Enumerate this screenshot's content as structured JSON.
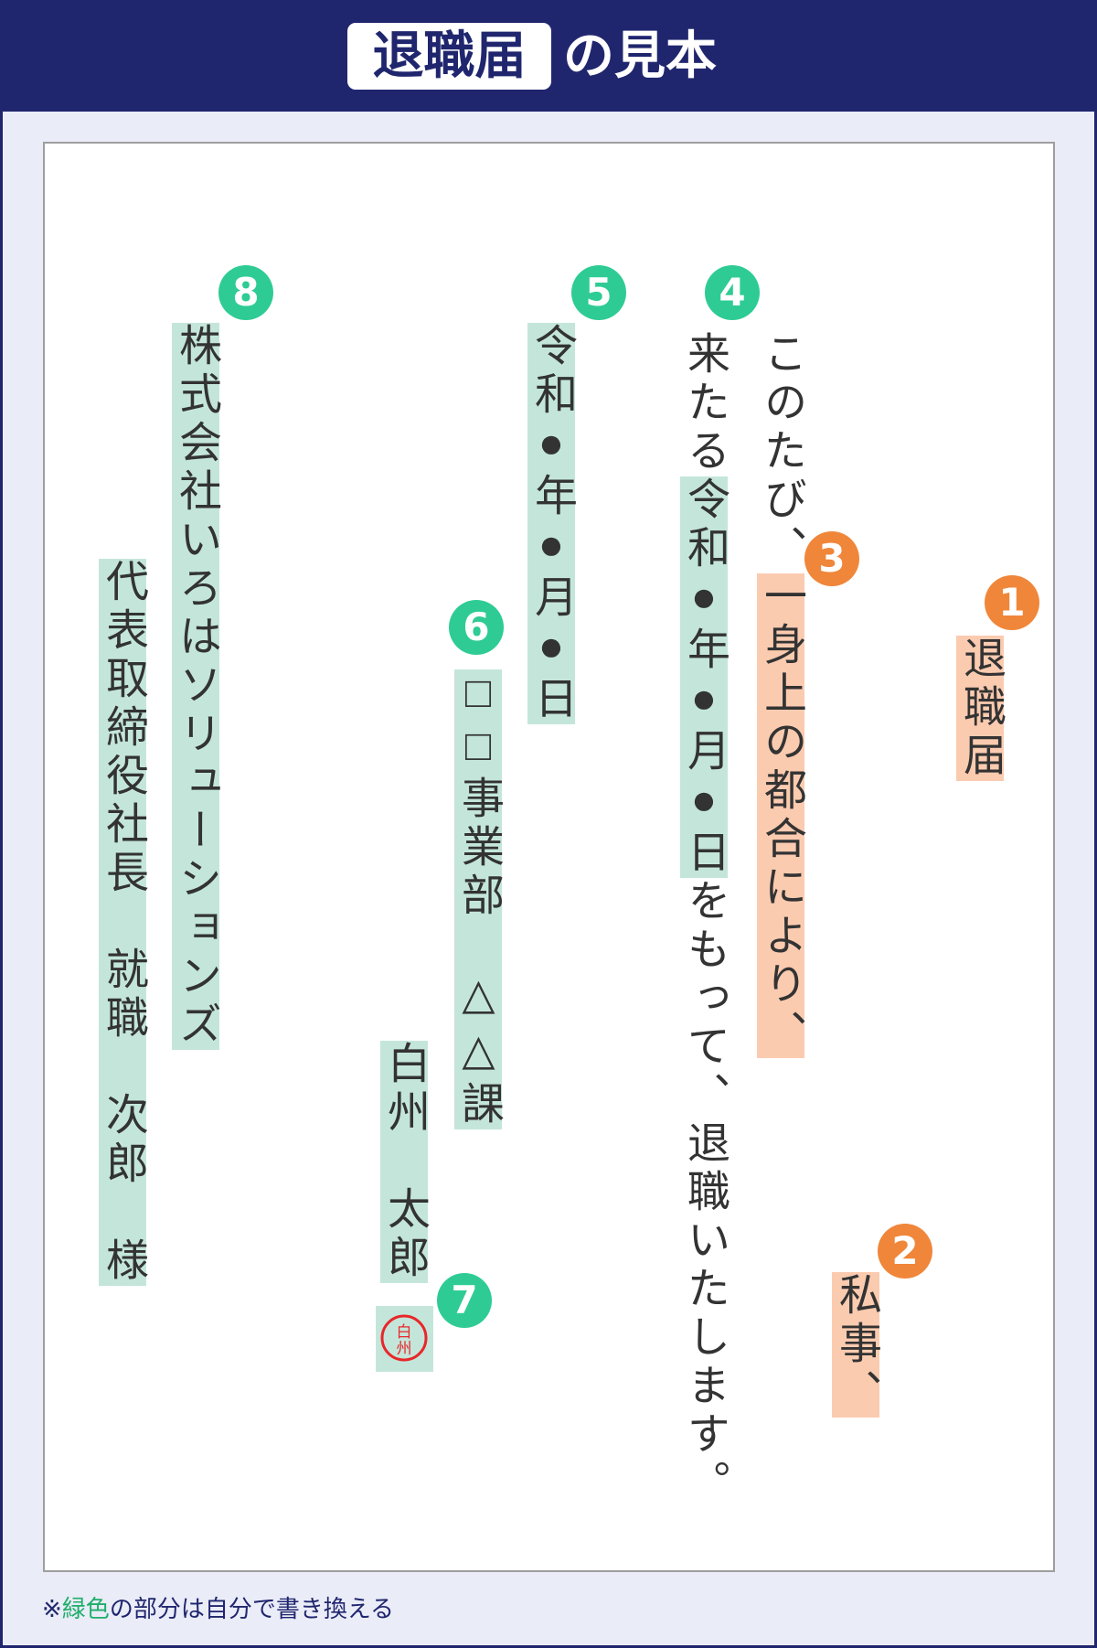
{
  "header": {
    "title_boxed": "退職届",
    "title_rest": "の見本"
  },
  "letter": {
    "title": "退職届",
    "opening": "私事、",
    "body_prefix": "このたび、",
    "reason": "一身上の都合により、",
    "line2_prefix": "来たる",
    "resign_date": "令和●年●月●日",
    "line2_suffix": "をもって、退職いたします。",
    "submit_date": "令和●年●月●日",
    "department": "□□事業部　△△課",
    "name": "白州　太郎",
    "stamp_text": "白州",
    "company": "株式会社いろはソリューションズ",
    "addressee": "代表取締役社長　就職　次郎　様"
  },
  "badges": [
    "1",
    "2",
    "3",
    "4",
    "5",
    "6",
    "7",
    "8"
  ],
  "colors": {
    "navy": "#20266e",
    "orange": "#f0863a",
    "green": "#2ecc94",
    "highlight_orange": "#fbcbb0",
    "highlight_green": "#c4e6da"
  },
  "footer": {
    "mark": "※",
    "green_word": "緑色",
    "rest": "の部分は自分で書き換える"
  }
}
